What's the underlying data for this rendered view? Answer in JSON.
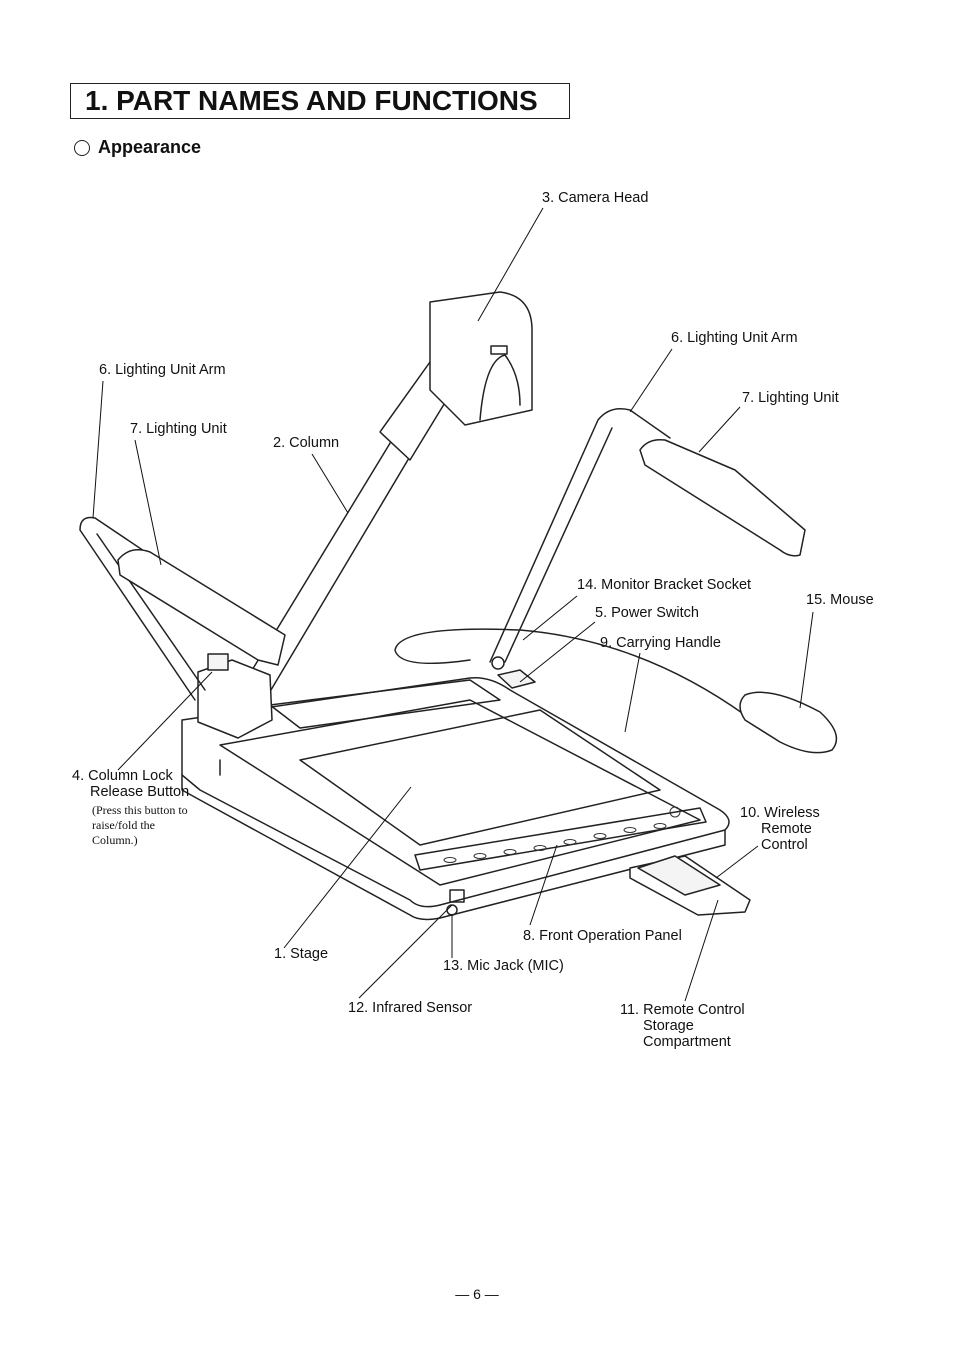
{
  "heading": {
    "title": "1. PART NAMES AND FUNCTIONS"
  },
  "section": {
    "title": "Appearance"
  },
  "labels": {
    "camera_head": "3. Camera Head",
    "lighting_arm_right": "6. Lighting Unit Arm",
    "lighting_arm_left": "6. Lighting Unit Arm",
    "lighting_unit_right": "7. Lighting Unit",
    "lighting_unit_left": "7. Lighting Unit",
    "column": "2. Column",
    "monitor_bracket": "14. Monitor Bracket Socket",
    "power_switch": "5. Power Switch",
    "carrying_handle": "9. Carrying Handle",
    "mouse": "15. Mouse",
    "column_lock_1": "4. Column Lock",
    "column_lock_2": "Release Button",
    "column_lock_note_1": "(Press this button to",
    "column_lock_note_2": "raise/fold the",
    "column_lock_note_3": "Column.)",
    "wireless_1": "10. Wireless",
    "wireless_2": "Remote",
    "wireless_3": "Control",
    "stage": "1. Stage",
    "front_panel": "8. Front Operation Panel",
    "mic_jack": "13. Mic Jack (MIC)",
    "infrared": "12. Infrared Sensor",
    "storage_1": "11. Remote Control",
    "storage_2": "Storage",
    "storage_3": "Compartment"
  },
  "footer": {
    "page_number": "—  6  —"
  }
}
